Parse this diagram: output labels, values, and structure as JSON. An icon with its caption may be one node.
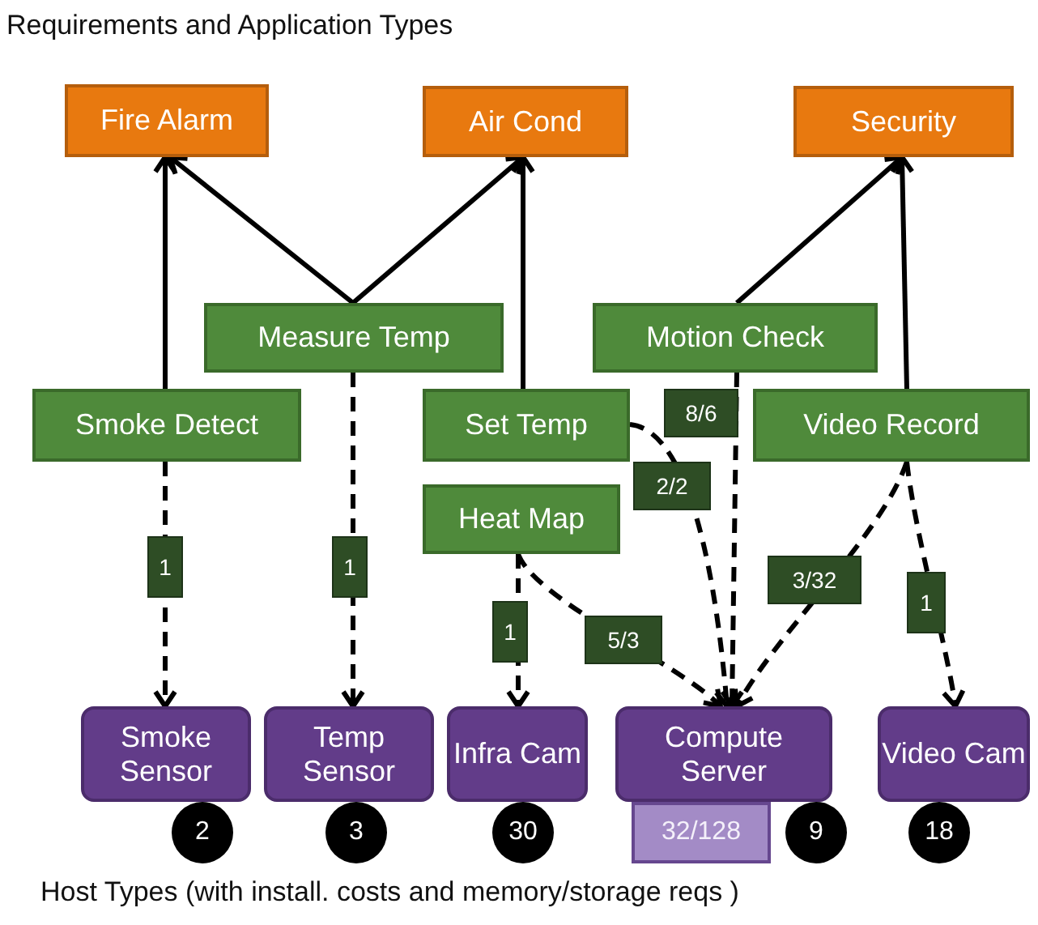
{
  "diagram": {
    "title": "Requirements and Application Types",
    "caption": "Host Types (with install. costs and memory/storage reqs )",
    "nodes": [
      {
        "text": [
          "Fire Alarm"
        ]
      },
      {
        "text": [
          "Air Cond"
        ]
      },
      {
        "text": [
          "Security"
        ]
      },
      {
        "text": [
          "Measure Temp"
        ]
      },
      {
        "text": [
          "Motion Check"
        ]
      },
      {
        "text": [
          "Smoke Detect"
        ]
      },
      {
        "text": [
          "Set Temp"
        ]
      },
      {
        "text": [
          "Video Record"
        ]
      },
      {
        "text": [
          "Heat Map"
        ]
      },
      {
        "text": [
          "Smoke Sensor"
        ],
        "beside": [
          "2"
        ]
      },
      {
        "text": [
          "Temp Sensor"
        ],
        "beside": [
          "3"
        ]
      },
      {
        "text": [
          "Infra Cam"
        ],
        "beside": [
          "30"
        ]
      },
      {
        "text": [
          "Compute Server"
        ],
        "beside": [
          "32/128",
          "9"
        ]
      },
      {
        "text": [
          "Video Cam"
        ],
        "beside": [
          "18"
        ]
      }
    ],
    "edges": [
      {
        "from": 5,
        "to": 0,
        "arrow": "to"
      },
      {
        "from": 3,
        "to": 0,
        "arrow": "to"
      },
      {
        "from": 3,
        "to": 1,
        "arrow": "to"
      },
      {
        "from": 6,
        "to": 1,
        "arrow": "to"
      },
      {
        "from": 4,
        "to": 2,
        "arrow": "to"
      },
      {
        "from": 7,
        "to": 2,
        "arrow": "to"
      },
      {
        "from": 5,
        "to": 9,
        "arrow": "to",
        "label": "1",
        "style": "dashed"
      },
      {
        "from": 3,
        "to": 10,
        "arrow": "to",
        "label": "1",
        "style": "dashed"
      },
      {
        "from": 8,
        "to": 11,
        "arrow": "to",
        "label": "1",
        "style": "dashed"
      },
      {
        "from": 8,
        "to": 12,
        "arrow": "to",
        "label": "5/3",
        "style": "dashed"
      },
      {
        "from": 6,
        "to": 12,
        "arrow": "to",
        "label": "2/2",
        "style": "dashed"
      },
      {
        "from": 4,
        "to": 12,
        "arrow": "to",
        "label": "8/6",
        "style": "dashed"
      },
      {
        "from": 7,
        "to": 12,
        "arrow": "to",
        "label": "3/32",
        "style": "dashed"
      },
      {
        "from": 7,
        "to": 13,
        "arrow": "to",
        "label": "1",
        "style": "dashed"
      }
    ]
  }
}
